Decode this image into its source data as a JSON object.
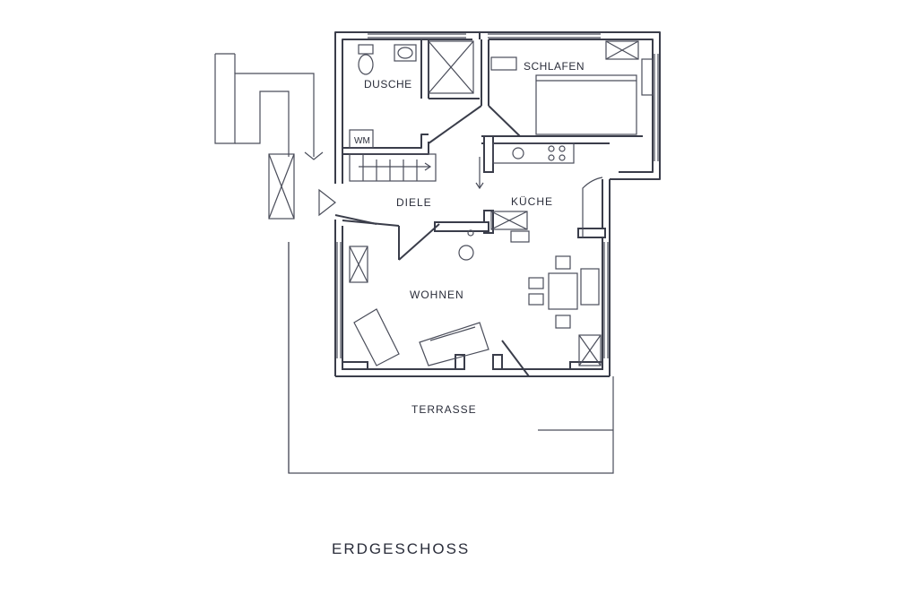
{
  "plan": {
    "title": "ERDGESCHOSS",
    "rooms": {
      "dusche": "DUSCHE",
      "schlafen": "SCHLAFEN",
      "diele": "DIELE",
      "kueche": "KÜCHE",
      "wohnen": "WOHNEN",
      "terrasse": "TERRASSE"
    },
    "symbols": {
      "washer": "WM"
    },
    "colors": {
      "line": "#3a3d4a",
      "background": "#ffffff"
    }
  }
}
